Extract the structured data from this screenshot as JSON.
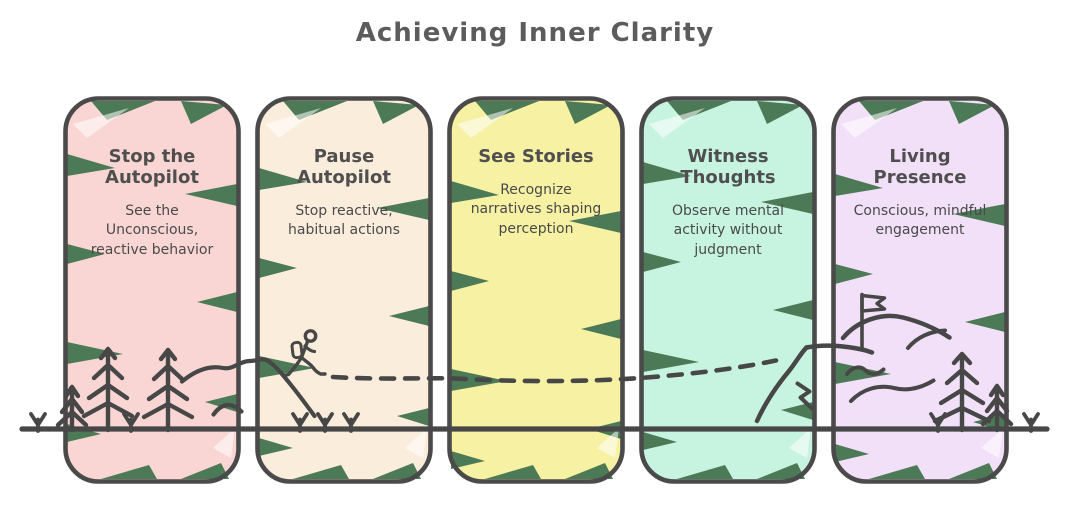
{
  "page": {
    "title": "Achieving Inner Clarity"
  },
  "cards": [
    {
      "title": "Stop the Autopilot",
      "body": "See the Unconscious, reactive behavior",
      "fill": "#f9d6d3"
    },
    {
      "title": "Pause Autopilot",
      "body": "Stop reactive, habitual actions",
      "fill": "#fbeddc"
    },
    {
      "title": "See Stories",
      "body": "Recognize narratives shaping perception",
      "fill": "#f7f1a3"
    },
    {
      "title": "Witness Thoughts",
      "body": "Observe mental activity without judgment",
      "fill": "#c7f3e1"
    },
    {
      "title": "Living Presence",
      "body": "Conscious, mindful engagement",
      "fill": "#f1e0f8"
    }
  ],
  "colors": {
    "background": "#ffffff",
    "outline_stroke": "#474747",
    "card_border": "#4a4a4a",
    "sketch_shard_green": "#4d7a56",
    "heading_text": "#5c5c5c",
    "card_title_text": "#4f4f4f",
    "card_body_text": "#4a4a4a"
  },
  "scene": {
    "icons": [
      "pine-tree-icon",
      "sprout-icon",
      "hiker-icon",
      "hill-line",
      "mountain-icon",
      "flag-icon",
      "trail-dashed-path",
      "ground-line"
    ]
  }
}
